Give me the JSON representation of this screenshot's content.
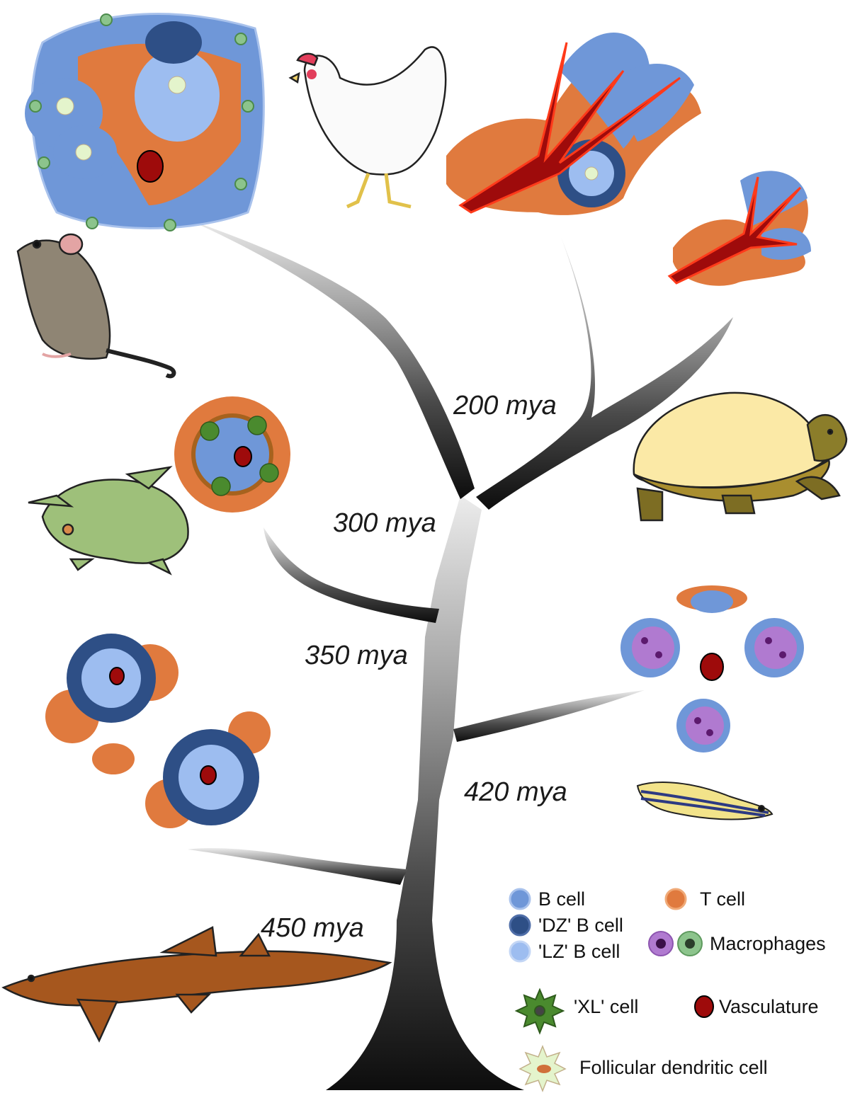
{
  "colors": {
    "b_cell": "#6f97d8",
    "b_cell_rim": "#a9c2ec",
    "dz_b_cell": "#2e4f86",
    "lz_b_cell": "#9dbdf0",
    "t_cell": "#e07a3e",
    "t_cell_rim": "#f0aa78",
    "macrophage_purple": "#b07ad0",
    "macrophage_green": "#8cc48c",
    "xl_cell": "#4a8a2e",
    "vasculature": "#9e0b0b",
    "fdc": "#e4f4cc",
    "tree_dark": "#111111",
    "tree_light": "#e6e6e6"
  },
  "timeline": {
    "t200": "200 mya",
    "t300": "300 mya",
    "t350": "350 mya",
    "t420": "420 mya",
    "t450": "450 mya"
  },
  "legend": {
    "b_cell": "B cell",
    "t_cell": "T cell",
    "dz_b_cell": "'DZ' B cell",
    "lz_b_cell": "'LZ' B cell",
    "macrophages": "Macrophages",
    "xl_cell": "'XL' cell",
    "vasculature": "Vasculature",
    "fdc": "Follicular dendritic cell"
  }
}
